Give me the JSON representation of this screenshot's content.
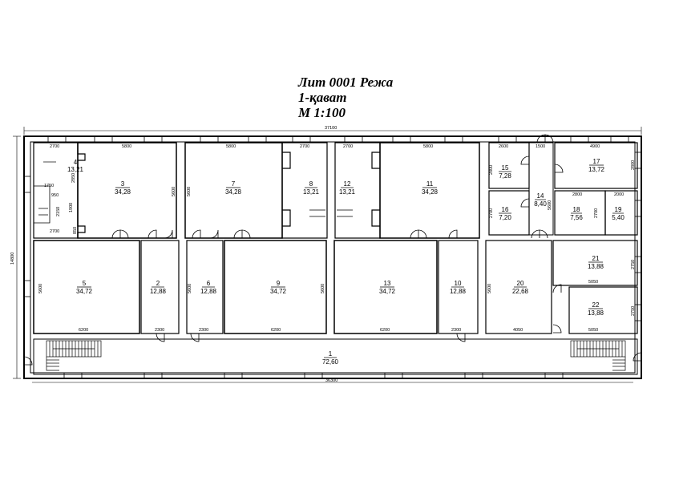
{
  "title": {
    "line1": "Лит 0001 Режа",
    "line2": "1-қават",
    "line3": "М 1:100"
  },
  "overall": {
    "width": "37100",
    "height": "14800",
    "bottom": "36300"
  },
  "rooms": [
    {
      "id": "room-1",
      "number": "1",
      "area": "72,60"
    },
    {
      "id": "room-2",
      "number": "2",
      "area": "12,88"
    },
    {
      "id": "room-3",
      "number": "3",
      "area": "34,28"
    },
    {
      "id": "room-4",
      "number": "4",
      "area": "13,21"
    },
    {
      "id": "room-5",
      "number": "5",
      "area": "34,72"
    },
    {
      "id": "room-6",
      "number": "6",
      "area": "12,88"
    },
    {
      "id": "room-7",
      "number": "7",
      "area": "34,28"
    },
    {
      "id": "room-8",
      "number": "8",
      "area": "13,21"
    },
    {
      "id": "room-9",
      "number": "9",
      "area": "34,72"
    },
    {
      "id": "room-10",
      "number": "10",
      "area": "12,88"
    },
    {
      "id": "room-11",
      "number": "11",
      "area": "34,28"
    },
    {
      "id": "room-12",
      "number": "12",
      "area": "13,21"
    },
    {
      "id": "room-13",
      "number": "13",
      "area": "34,72"
    },
    {
      "id": "room-14",
      "number": "14",
      "area": "8,40"
    },
    {
      "id": "room-15",
      "number": "15",
      "area": "7,28"
    },
    {
      "id": "room-16",
      "number": "16",
      "area": "7,20"
    },
    {
      "id": "room-17",
      "number": "17",
      "area": "13,72"
    },
    {
      "id": "room-18",
      "number": "18",
      "area": "7,56"
    },
    {
      "id": "room-19",
      "number": "19",
      "area": "5,40"
    },
    {
      "id": "room-20",
      "number": "20",
      "area": "22,68"
    },
    {
      "id": "room-21",
      "number": "21",
      "area": "13,88"
    },
    {
      "id": "room-22",
      "number": "22",
      "area": "13,88"
    }
  ],
  "dims": [
    {
      "id": "d-top-2700a",
      "text": "2700"
    },
    {
      "id": "d-top-5800a",
      "text": "5800"
    },
    {
      "id": "d-top-5800b",
      "text": "5800"
    },
    {
      "id": "d-top-2700b",
      "text": "2700"
    },
    {
      "id": "d-top-2700c",
      "text": "2700"
    },
    {
      "id": "d-top-5800c",
      "text": "5800"
    },
    {
      "id": "d-top-2600",
      "text": "2600"
    },
    {
      "id": "d-top-1500",
      "text": "1500"
    },
    {
      "id": "d-top-4900",
      "text": "4900"
    },
    {
      "id": "d-r4-2850",
      "text": "2850"
    },
    {
      "id": "d-r4-1750",
      "text": "1750"
    },
    {
      "id": "d-r4-950",
      "text": "950"
    },
    {
      "id": "d-r4-2150",
      "text": "2150"
    },
    {
      "id": "d-r4-1900",
      "text": "1900"
    },
    {
      "id": "d-r4-2700",
      "text": "2700"
    },
    {
      "id": "d-r4-850",
      "text": "850"
    },
    {
      "id": "d-r3-5600",
      "text": "5600"
    },
    {
      "id": "d-r7-5600",
      "text": "5600"
    },
    {
      "id": "d-r15-2800",
      "text": "2800"
    },
    {
      "id": "d-r16-2700",
      "text": "2700"
    },
    {
      "id": "d-r14-5600",
      "text": "5600"
    },
    {
      "id": "d-r17-2800",
      "text": "2800"
    },
    {
      "id": "d-r18-2800",
      "text": "2800"
    },
    {
      "id": "d-r19-2000",
      "text": "2000"
    },
    {
      "id": "d-r18-2700",
      "text": "2700"
    },
    {
      "id": "d-r5-5600",
      "text": "5600"
    },
    {
      "id": "d-r5-6200",
      "text": "6200"
    },
    {
      "id": "d-r2-2300",
      "text": "2300"
    },
    {
      "id": "d-r6-5600",
      "text": "5600"
    },
    {
      "id": "d-r6-2300",
      "text": "2300"
    },
    {
      "id": "d-r9-6200",
      "text": "6200"
    },
    {
      "id": "d-r9-5600",
      "text": "5600"
    },
    {
      "id": "d-r13-6200",
      "text": "6200"
    },
    {
      "id": "d-r10-2300",
      "text": "2300"
    },
    {
      "id": "d-r20-5600",
      "text": "5600"
    },
    {
      "id": "d-r20-4050",
      "text": "4050"
    },
    {
      "id": "d-r21-5050",
      "text": "5050"
    },
    {
      "id": "d-r21-2750",
      "text": "2750"
    },
    {
      "id": "d-r22-5050",
      "text": "5050"
    },
    {
      "id": "d-r22-2750",
      "text": "2750"
    }
  ]
}
